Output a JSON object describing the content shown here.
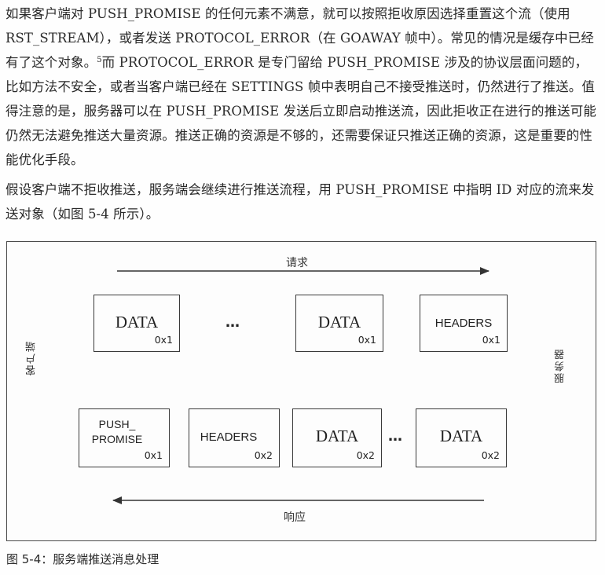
{
  "paragraph1": {
    "part1": "如果客户端对 PUSH_PROMISE 的任何元素不满意，就可以按照拒收原因选择重置这个流（使用 RST_STREAM），或者发送 PROTOCOL_ERROR（在 GOAWAY 帧中）。常见的情况是缓存中已经有了这个对象。",
    "footnote": "5",
    "part2": "而 PROTOCOL_ERROR 是专门留给 PUSH_PROMISE 涉及的协议层面问题的，比如方法不安全，或者当客户端已经在 SETTINGS 帧中表明自己不接受推送时，仍然进行了推送。值得注意的是，服务器可以在 PUSH_PROMISE 发送后立即启动推送流，因此拒收正在进行的推送可能仍然无法避免推送大量资源。推送正确的资源是不够的，还需要保证只推送正确的资源，这是重要的性能优化手段。"
  },
  "paragraph2": "假设客户端不拒收推送，服务端会继续进行推送流程，用 PUSH_PROMISE 中指明 ID 对应的流来发送对象（如图 5-4 所示）。",
  "figure": {
    "request_label": "请求",
    "response_label": "响应",
    "client_label": "客户端",
    "server_label": "服务器",
    "ellipsis": "…",
    "top_row": [
      {
        "type": "DATA",
        "id": "0x1"
      },
      {
        "type": "DATA",
        "id": "0x1"
      },
      {
        "type": "HEADERS",
        "id": "0x1"
      }
    ],
    "bottom_row": [
      {
        "type_line1": "PUSH_",
        "type_line2": "PROMISE",
        "id": "0x1"
      },
      {
        "type": "HEADERS",
        "id": "0x2"
      },
      {
        "type": "DATA",
        "id": "0x2"
      },
      {
        "type": "DATA",
        "id": "0x2"
      }
    ]
  },
  "caption": "图 5-4：服务端推送消息处理"
}
